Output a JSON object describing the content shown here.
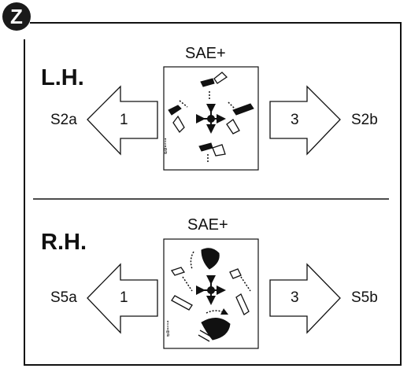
{
  "badge": {
    "letter": "Z"
  },
  "lh": {
    "side_label": "L.H.",
    "pattern": "SAE+",
    "left_number": "1",
    "left_code": "S2a",
    "right_number": "3",
    "right_code": "S2b",
    "decal_text": "ᴓ⊕⊷⊶"
  },
  "rh": {
    "side_label": "R.H.",
    "pattern": "SAE+",
    "left_number": "1",
    "left_code": "S5a",
    "right_number": "3",
    "right_code": "S5b",
    "decal_text": "ᴓ⊕⊷⊶"
  },
  "colors": {
    "ink": "#111111",
    "badge": "#1a1a1a",
    "arrow_fill": "#ffffff"
  }
}
